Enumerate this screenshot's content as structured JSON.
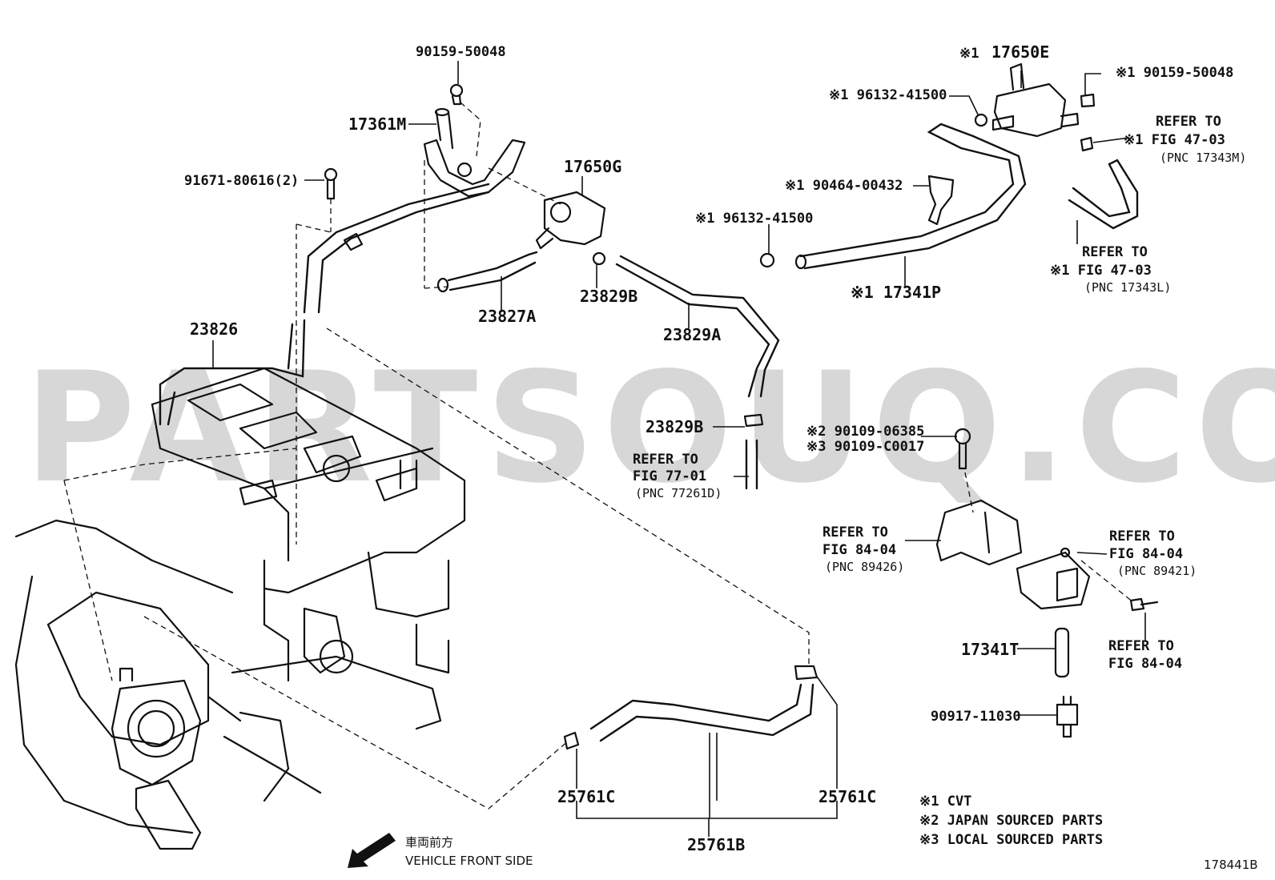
{
  "watermark": "PARTSOUQ.COM",
  "parts": {
    "p_90159_50048": "90159-50048",
    "p_17361M": "17361M",
    "p_91671": "91671-80616(2)",
    "p_17650G": "17650G",
    "p_23826": "23826",
    "p_23827A": "23827A",
    "p_23829B_a": "23829B",
    "p_23829A": "23829A",
    "p_23829B_b": "23829B",
    "p_17650E_mark": "※1",
    "p_17650E": "17650E",
    "p_96132_a": "※1 96132-41500",
    "p_90159_r": "※1 90159-50048",
    "p_90464": "※1 90464-00432",
    "p_96132_b": "※1 96132-41500",
    "p_17341P": "※1 17341P",
    "p_90109_a": "※2 90109-06385",
    "p_90109_b": "※3 90109-C0017",
    "p_17341T": "17341T",
    "p_90917": "90917-11030",
    "p_25761C_a": "25761C",
    "p_25761C_b": "25761C",
    "p_25761B": "25761B"
  },
  "refs": {
    "fig4703m": [
      "REFER TO",
      "※1  FIG 47-03",
      "(PNC 17343M)"
    ],
    "fig4703l": [
      "REFER TO",
      "※1  FIG 47-03",
      "(PNC 17343L)"
    ],
    "fig7701": [
      "REFER TO",
      "FIG 77-01",
      "(PNC 77261D)"
    ],
    "fig8404a": [
      "REFER TO",
      "FIG 84-04",
      "(PNC 89426)"
    ],
    "fig8404b": [
      "REFER TO",
      "FIG 84-04",
      "(PNC 89421)"
    ],
    "fig8404c": [
      "REFER TO",
      "FIG 84-04"
    ]
  },
  "legend": [
    "※1 CVT",
    "※2 JAPAN SOURCED PARTS",
    "※3 LOCAL SOURCED PARTS"
  ],
  "direction": {
    "japanese": "車両前方",
    "english": "VEHICLE FRONT SIDE"
  },
  "figure_code": "178441B"
}
